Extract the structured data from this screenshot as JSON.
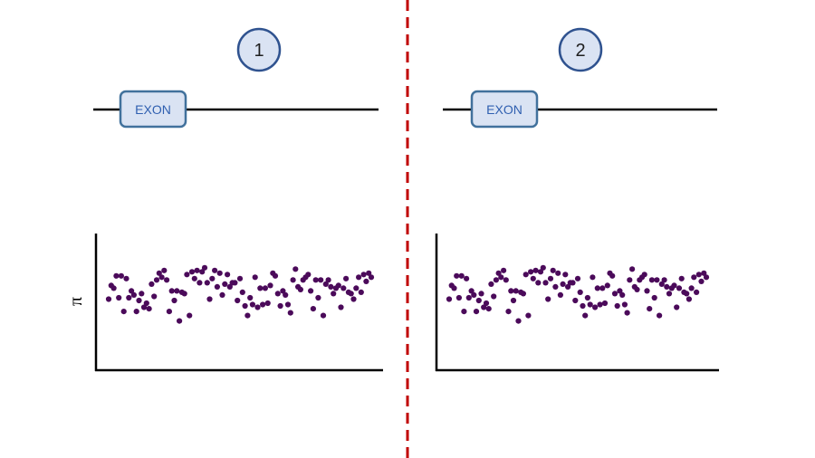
{
  "colors": {
    "badge_fill": "#dae3f3",
    "badge_stroke": "#2f528f",
    "exon_fill": "#dae3f3",
    "exon_stroke": "#41719c",
    "exon_text": "#2f5fb0",
    "line": "#000000",
    "divider": "#c00000",
    "points": "#4b0a5a"
  },
  "panels": [
    {
      "badge": "1",
      "exon_label": "EXON",
      "y_axis_label": "π",
      "points": [
        0.52,
        0.62,
        0.6,
        0.69,
        0.53,
        0.69,
        0.43,
        0.67,
        0.53,
        0.58,
        0.55,
        0.43,
        0.51,
        0.56,
        0.46,
        0.49,
        0.45,
        0.63,
        0.54,
        0.66,
        0.71,
        0.68,
        0.73,
        0.66,
        0.43,
        0.58,
        0.51,
        0.58,
        0.36,
        0.57,
        0.56,
        0.7,
        0.4,
        0.72,
        0.67,
        0.73,
        0.64,
        0.72,
        0.75,
        0.64,
        0.52,
        0.67,
        0.73,
        0.61,
        0.71,
        0.55,
        0.63,
        0.7,
        0.61,
        0.64,
        0.64,
        0.51,
        0.67,
        0.57,
        0.47,
        0.4,
        0.53,
        0.48,
        0.68,
        0.46,
        0.6,
        0.48,
        0.6,
        0.49,
        0.62,
        0.71,
        0.69,
        0.56,
        0.47,
        0.58,
        0.55,
        0.48,
        0.42,
        0.66,
        0.74,
        0.61,
        0.59,
        0.66,
        0.68,
        0.7,
        0.58,
        0.45,
        0.66,
        0.53,
        0.66,
        0.4,
        0.63,
        0.66,
        0.61,
        0.56,
        0.6,
        0.62,
        0.46,
        0.6,
        0.67,
        0.57,
        0.56,
        0.52,
        0.6,
        0.68,
        0.57,
        0.7,
        0.65,
        0.71,
        0.68
      ]
    },
    {
      "badge": "2",
      "exon_label": "EXON",
      "points": [
        0.52,
        0.62,
        0.6,
        0.69,
        0.53,
        0.69,
        0.43,
        0.67,
        0.53,
        0.58,
        0.55,
        0.43,
        0.51,
        0.56,
        0.46,
        0.49,
        0.45,
        0.63,
        0.54,
        0.66,
        0.71,
        0.68,
        0.73,
        0.66,
        0.43,
        0.58,
        0.51,
        0.58,
        0.36,
        0.57,
        0.56,
        0.7,
        0.4,
        0.72,
        0.67,
        0.73,
        0.64,
        0.72,
        0.75,
        0.64,
        0.52,
        0.67,
        0.73,
        0.61,
        0.71,
        0.55,
        0.63,
        0.7,
        0.61,
        0.64,
        0.64,
        0.51,
        0.67,
        0.57,
        0.47,
        0.4,
        0.53,
        0.48,
        0.68,
        0.46,
        0.6,
        0.48,
        0.6,
        0.49,
        0.62,
        0.71,
        0.69,
        0.56,
        0.47,
        0.58,
        0.55,
        0.48,
        0.42,
        0.66,
        0.74,
        0.61,
        0.59,
        0.66,
        0.68,
        0.7,
        0.58,
        0.45,
        0.66,
        0.53,
        0.66,
        0.4,
        0.63,
        0.66,
        0.61,
        0.56,
        0.6,
        0.62,
        0.46,
        0.6,
        0.67,
        0.57,
        0.56,
        0.52,
        0.6,
        0.68,
        0.57,
        0.7,
        0.65,
        0.71,
        0.68
      ]
    }
  ]
}
